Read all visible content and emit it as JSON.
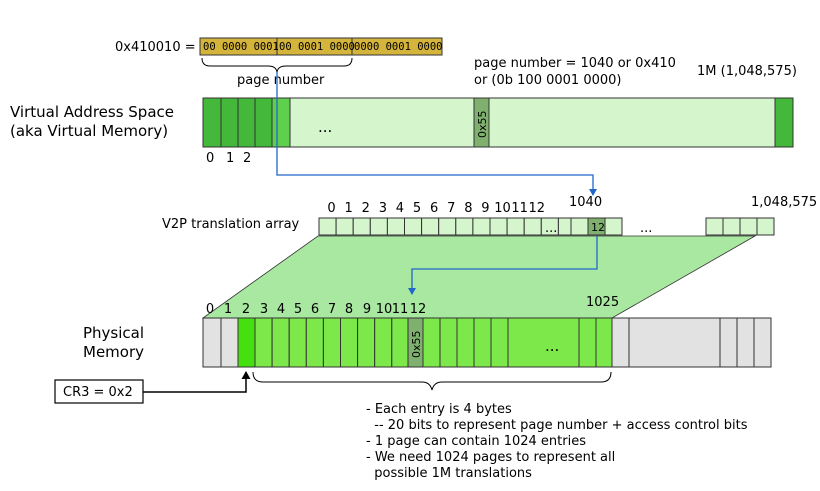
{
  "address": {
    "value_label": "0x410010 =",
    "bits": [
      "00 0000 0001",
      "00 0001 0000",
      "0000 0001 0000"
    ],
    "brace_label": "page number",
    "note_line1": "page number = 1040 or 0x410",
    "note_line2": "or (0b 100 0001 0000)"
  },
  "virtual": {
    "title_line1": "Virtual Address Space",
    "title_line2": "(aka Virtual Memory)",
    "max_label": "1M (1,048,575)",
    "ellipsis": "...",
    "marked_page": "0x55",
    "indices": [
      "0",
      "1",
      "2"
    ]
  },
  "v2p": {
    "label": "V2P translation array",
    "indices": [
      "0",
      "1",
      "2",
      "3",
      "4",
      "5",
      "6",
      "7",
      "8",
      "9",
      "10",
      "11",
      "12"
    ],
    "entry_1040_index": "1040",
    "entry_1040_value": "12",
    "last_index": "1,048,575",
    "ellipsis": "...",
    "ellipsis2": "..."
  },
  "physical": {
    "title_line1": "Physical",
    "title_line2": "Memory",
    "indices": [
      "0",
      "1",
      "2",
      "3",
      "4",
      "5",
      "6",
      "7",
      "8",
      "9",
      "10",
      "11",
      "12"
    ],
    "index_1025": "1025",
    "marked_page": "0x55",
    "ellipsis": "...",
    "cr3": "CR3 = 0x2"
  },
  "notes": [
    "- Each entry is 4 bytes",
    "  -- 20 bits to represent page number + access control bits",
    "- 1 page can contain 1024 entries",
    "- We need 1024 pages to represent all",
    "  possible 1M translations"
  ],
  "colors": {
    "gold": "#d4b43a",
    "dark_green": "#44b83a",
    "light_green": "#d5f5cc",
    "mid_green": "#a8e8a0",
    "bright_green": "#7de84a",
    "grey": "#e2e2e2",
    "blue": "#2266cc"
  }
}
